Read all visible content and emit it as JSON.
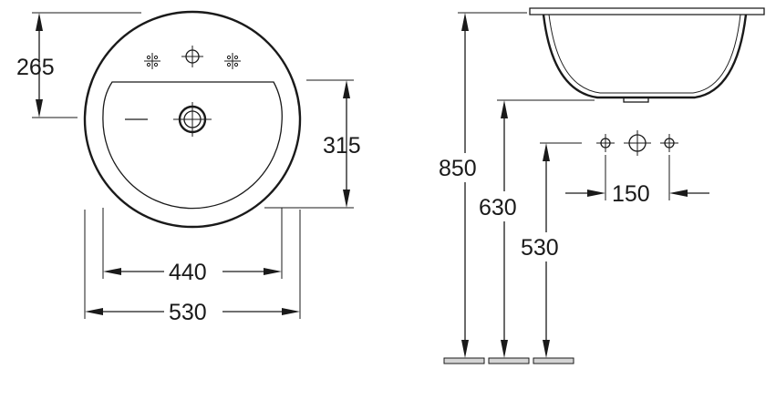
{
  "top_view": {
    "dims": {
      "height_265": "265",
      "inner_315": "315",
      "inner_width_440": "440",
      "outer_width_530": "530"
    }
  },
  "side_view": {
    "dims": {
      "total_850": "850",
      "height_630": "630",
      "height_530": "530",
      "spacing_150": "150"
    }
  }
}
